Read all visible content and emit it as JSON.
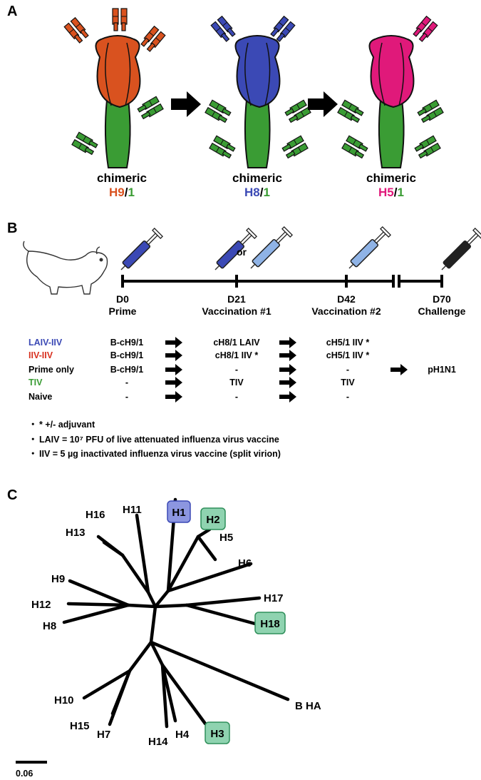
{
  "panels": {
    "a": "A",
    "b": "B",
    "c": "C"
  },
  "panel_a": {
    "constructs": [
      {
        "word": "chimeric",
        "head": "H9",
        "sep": "/",
        "stalk": "1",
        "head_color": "#d9521f"
      },
      {
        "word": "chimeric",
        "head": "H8",
        "sep": "/",
        "stalk": "1",
        "head_color": "#3b49b5"
      },
      {
        "word": "chimeric",
        "head": "H5",
        "sep": "/",
        "stalk": "1",
        "head_color": "#e0197a"
      }
    ],
    "stalk_color": "#3a9c34"
  },
  "panel_b": {
    "timeline": [
      {
        "day": "D0",
        "label": "Prime"
      },
      {
        "day": "D21",
        "label": "Vaccination #1"
      },
      {
        "day": "D42",
        "label": "Vaccination #2"
      },
      {
        "day": "D70",
        "label": "Challenge"
      }
    ],
    "or_label": "or",
    "groups": [
      {
        "name": "LAIV-IIV",
        "color": "#3b49b5",
        "prime": "B-cH9/1",
        "vacc1": "cH8/1 LAIV",
        "vacc2": "cH5/1 IIV *"
      },
      {
        "name": "IIV-IIV",
        "color": "#d8301f",
        "prime": "B-cH9/1",
        "vacc1": "cH8/1 IIV *",
        "vacc2": "cH5/1 IIV *"
      },
      {
        "name": "Prime only",
        "color": "#000000",
        "prime": "B-cH9/1",
        "vacc1": "-",
        "vacc2": "-"
      },
      {
        "name": "TIV",
        "color": "#3a9c34",
        "prime": "-",
        "vacc1": "TIV",
        "vacc2": "TIV"
      },
      {
        "name": "Naive",
        "color": "#000000",
        "prime": "-",
        "vacc1": "-",
        "vacc2": "-"
      }
    ],
    "challenge_virus": "pH1N1",
    "notes": [
      "* +/- adjuvant",
      "LAIV = 10⁷ PFU of live attenuated influenza virus vaccine",
      "IIV = 5 µg inactivated influenza virus vaccine (split virion)"
    ],
    "syringe_colors": {
      "first": "#3b49b5",
      "alt": "#8fb3e6",
      "challenge": "#222222"
    }
  },
  "panel_c": {
    "leaves": [
      "H1",
      "H2",
      "H5",
      "H6",
      "H17",
      "H18",
      "H16",
      "H11",
      "H13",
      "H9",
      "H12",
      "H8",
      "H10",
      "H15",
      "H7",
      "H14",
      "H4",
      "H3",
      "B HA"
    ],
    "highlight": {
      "H1": "#8c96e0",
      "H2": "#8fd3b0",
      "H18": "#8fd3b0",
      "H3": "#8fd3b0"
    },
    "scale_label": "0.06"
  }
}
